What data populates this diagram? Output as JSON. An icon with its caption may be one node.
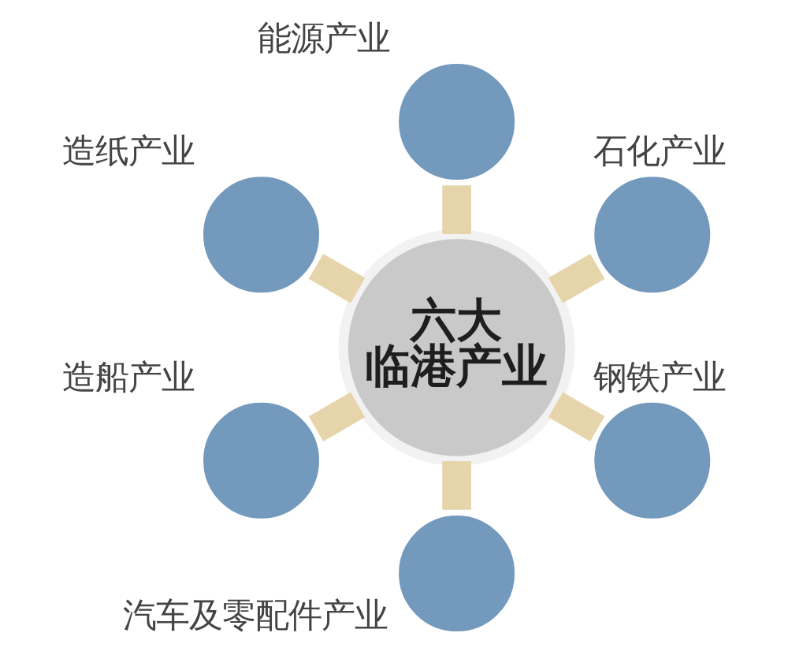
{
  "diagram": {
    "nodes": [
      {
        "text": [],
        "shape": "circle",
        "beside": [
          "能源产业"
        ]
      },
      {
        "text": [],
        "shape": "circle",
        "beside": [
          "造纸产业"
        ]
      },
      {
        "text": [],
        "shape": "circle",
        "beside": [
          "石化产业"
        ]
      },
      {
        "text": [
          "六大临港产业"
        ]
      },
      {
        "text": [],
        "shape": "circle",
        "beside": [
          "造船产业"
        ]
      },
      {
        "text": [],
        "shape": "circle",
        "beside": [
          "钢铁产业"
        ]
      },
      {
        "text": [],
        "shape": "circle",
        "beside": [
          "汽车及零配件产业"
        ]
      }
    ],
    "edges": [
      {
        "from": 3,
        "to": 0,
        "arrow": "none"
      },
      {
        "from": 3,
        "to": 1,
        "arrow": "none"
      },
      {
        "from": 3,
        "to": 2,
        "arrow": "none"
      },
      {
        "from": 3,
        "to": 4,
        "arrow": "none"
      },
      {
        "from": 3,
        "to": 5,
        "arrow": "none"
      },
      {
        "from": 3,
        "to": 6,
        "arrow": "none"
      }
    ]
  }
}
